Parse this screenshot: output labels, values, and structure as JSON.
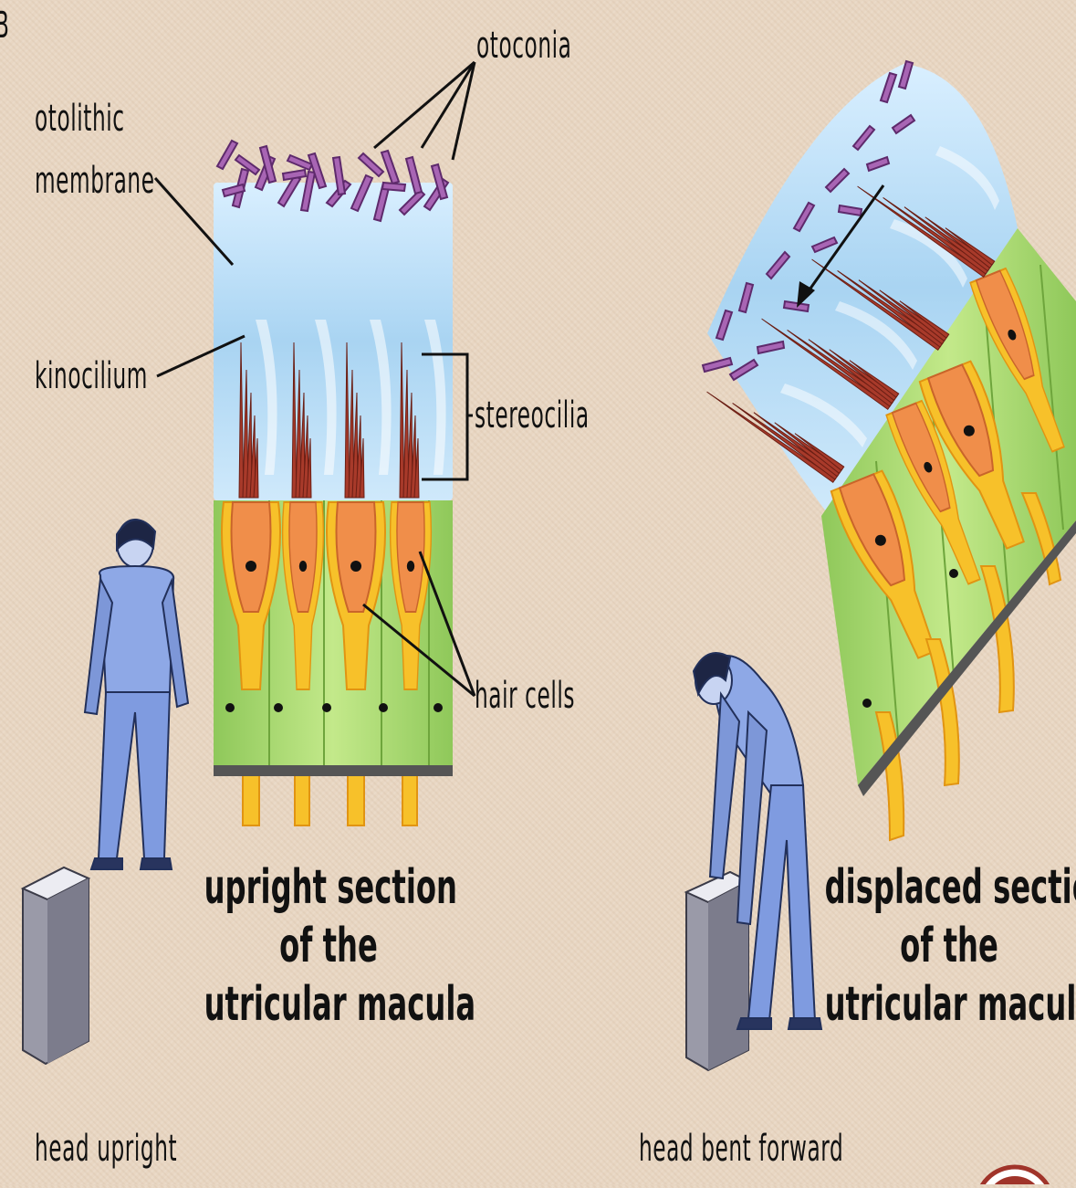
{
  "figure_letter": "B",
  "labels": {
    "otoconia": "otoconia",
    "otolithic_line1": "otolithic",
    "otolithic_line2": "membrane",
    "kinocilium": "kinocilium",
    "stereocilia": "stereocilia",
    "hair_cells": "hair cells",
    "head_upright": "head upright",
    "head_bent": "head bent forward"
  },
  "captions": {
    "upright": [
      "upright section",
      "of the",
      "utricular macula"
    ],
    "displaced": [
      "displaced section",
      "of the",
      "utricular macula"
    ]
  },
  "colors": {
    "background": "#e8d6c2",
    "membrane": "#bfe0f5",
    "otoconia": "#9b5aa6",
    "support_cells": "#a9d86a",
    "hair_cell": "#f0904a",
    "nerve": "#f7c12a",
    "cilia": "#a83a2a",
    "person": "#7f9be0",
    "box": "#9a9aa8"
  }
}
